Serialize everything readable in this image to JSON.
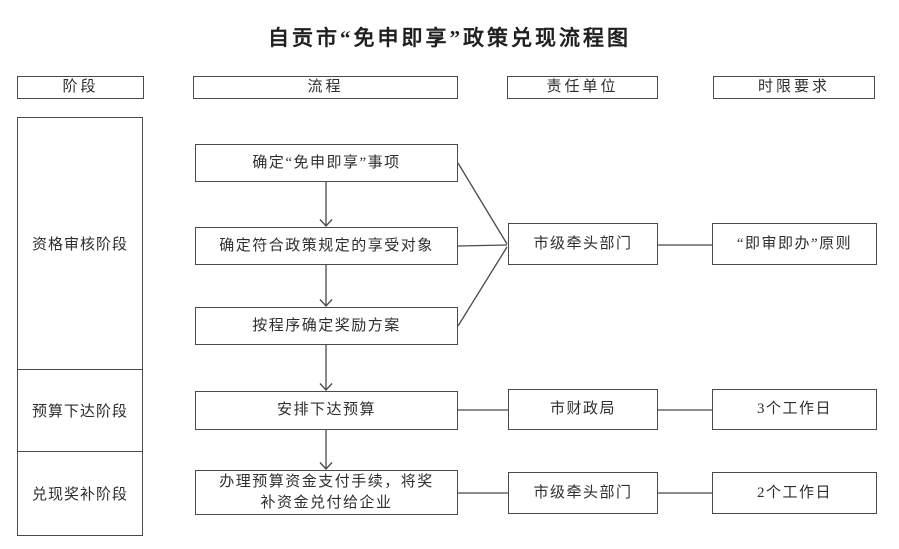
{
  "title": "自贡市“免申即享”政策兑现流程图",
  "columns": {
    "stage": "阶段",
    "process": "流程",
    "unit": "责任单位",
    "time": "时限要求"
  },
  "stages": [
    "资格审核阶段",
    "预算下达阶段",
    "兑现奖补阶段"
  ],
  "process_steps": [
    "确定“免申即享”事项",
    "确定符合政策规定的享受对象",
    "按程序确定奖励方案",
    "安排下达预算",
    "办理预算资金支付手续，将奖补资金兑付给企业"
  ],
  "units": [
    "市级牵头部门",
    "市财政局",
    "市级牵头部门"
  ],
  "time_limits": [
    "“即审即办”原则",
    "3个工作日",
    "2个工作日"
  ],
  "colors": {
    "line": "#4a4a4a",
    "text": "#2e2e2e",
    "bg": "#ffffff"
  }
}
